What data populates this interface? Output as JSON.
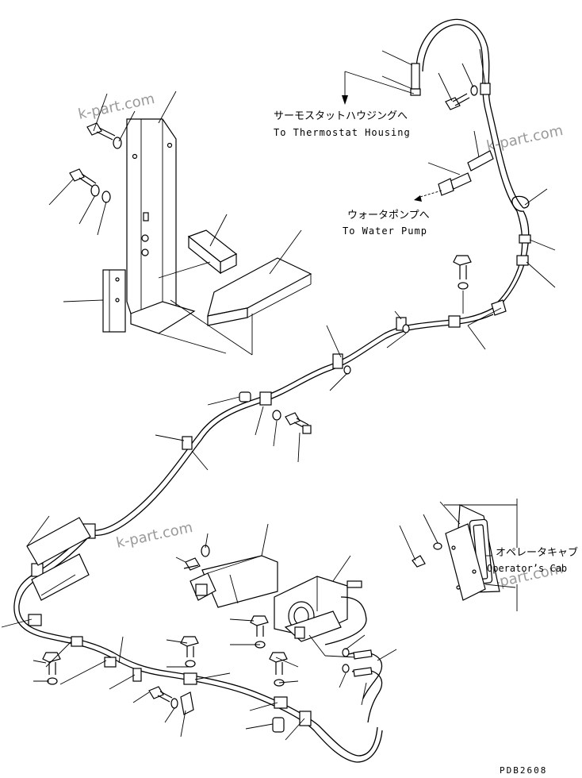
{
  "labels": {
    "thermostat_jp": "サーモスタットハウジングへ",
    "thermostat_en": "To Thermostat Housing",
    "water_pump_jp": "ウォータポンプへ",
    "water_pump_en": "To Water Pump",
    "cab_jp": "オペレータキャブ",
    "cab_en": "Operator’s Cab"
  },
  "drawing_code": "PDB2608",
  "watermark": "k-part.com"
}
